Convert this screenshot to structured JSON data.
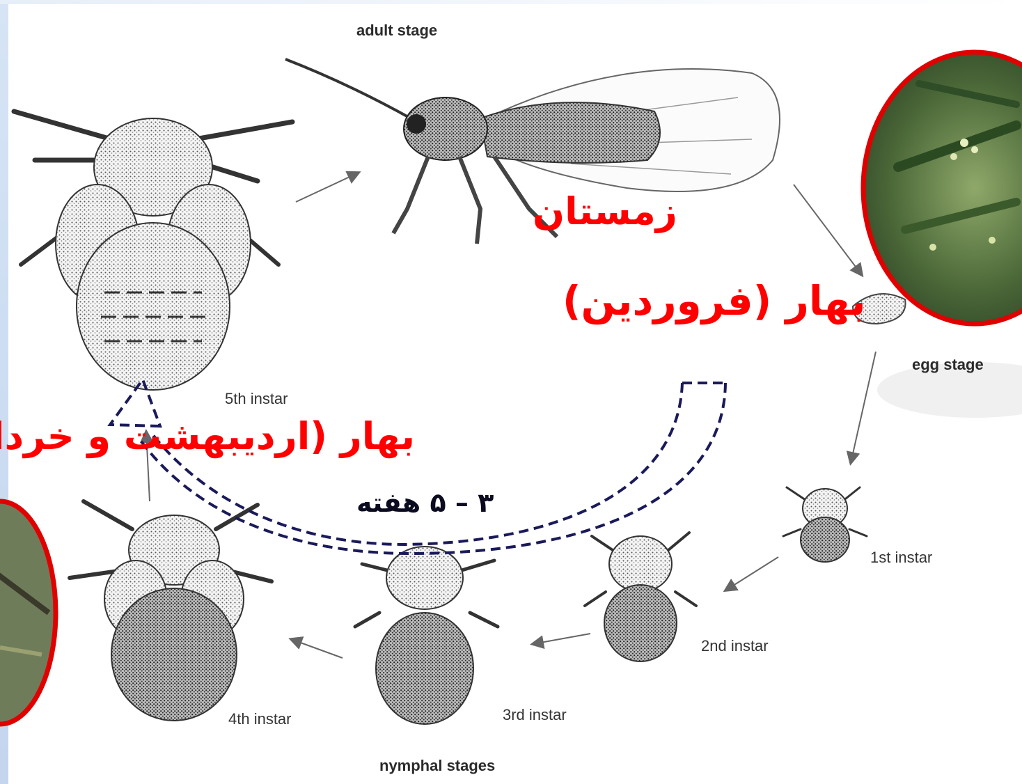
{
  "stages": {
    "adult": "adult stage",
    "egg": "egg stage",
    "nymphal": "nymphal stages",
    "instar1": "1st instar",
    "instar2": "2nd instar",
    "instar3": "3rd instar",
    "instar4": "4th instar",
    "instar5": "5th instar"
  },
  "seasons": {
    "winter": "زمستان",
    "spring_farvardin": "بهار (فروردین)",
    "spring_ordibehesht_khordad": "بهار (اردیبهشت و خرداد"
  },
  "duration": "۳ – ۵ هفته",
  "colors": {
    "season_text": "#ff0000",
    "duration_text": "#0b0b20",
    "dashed_arrow": "#1a1a5a",
    "photo_border": "#e00000"
  },
  "icons": {
    "adult": "psyllid-adult-illustration",
    "egg": "egg-illustration",
    "nymph": "nymph-illustration",
    "photo": "olive-branch-photo"
  }
}
